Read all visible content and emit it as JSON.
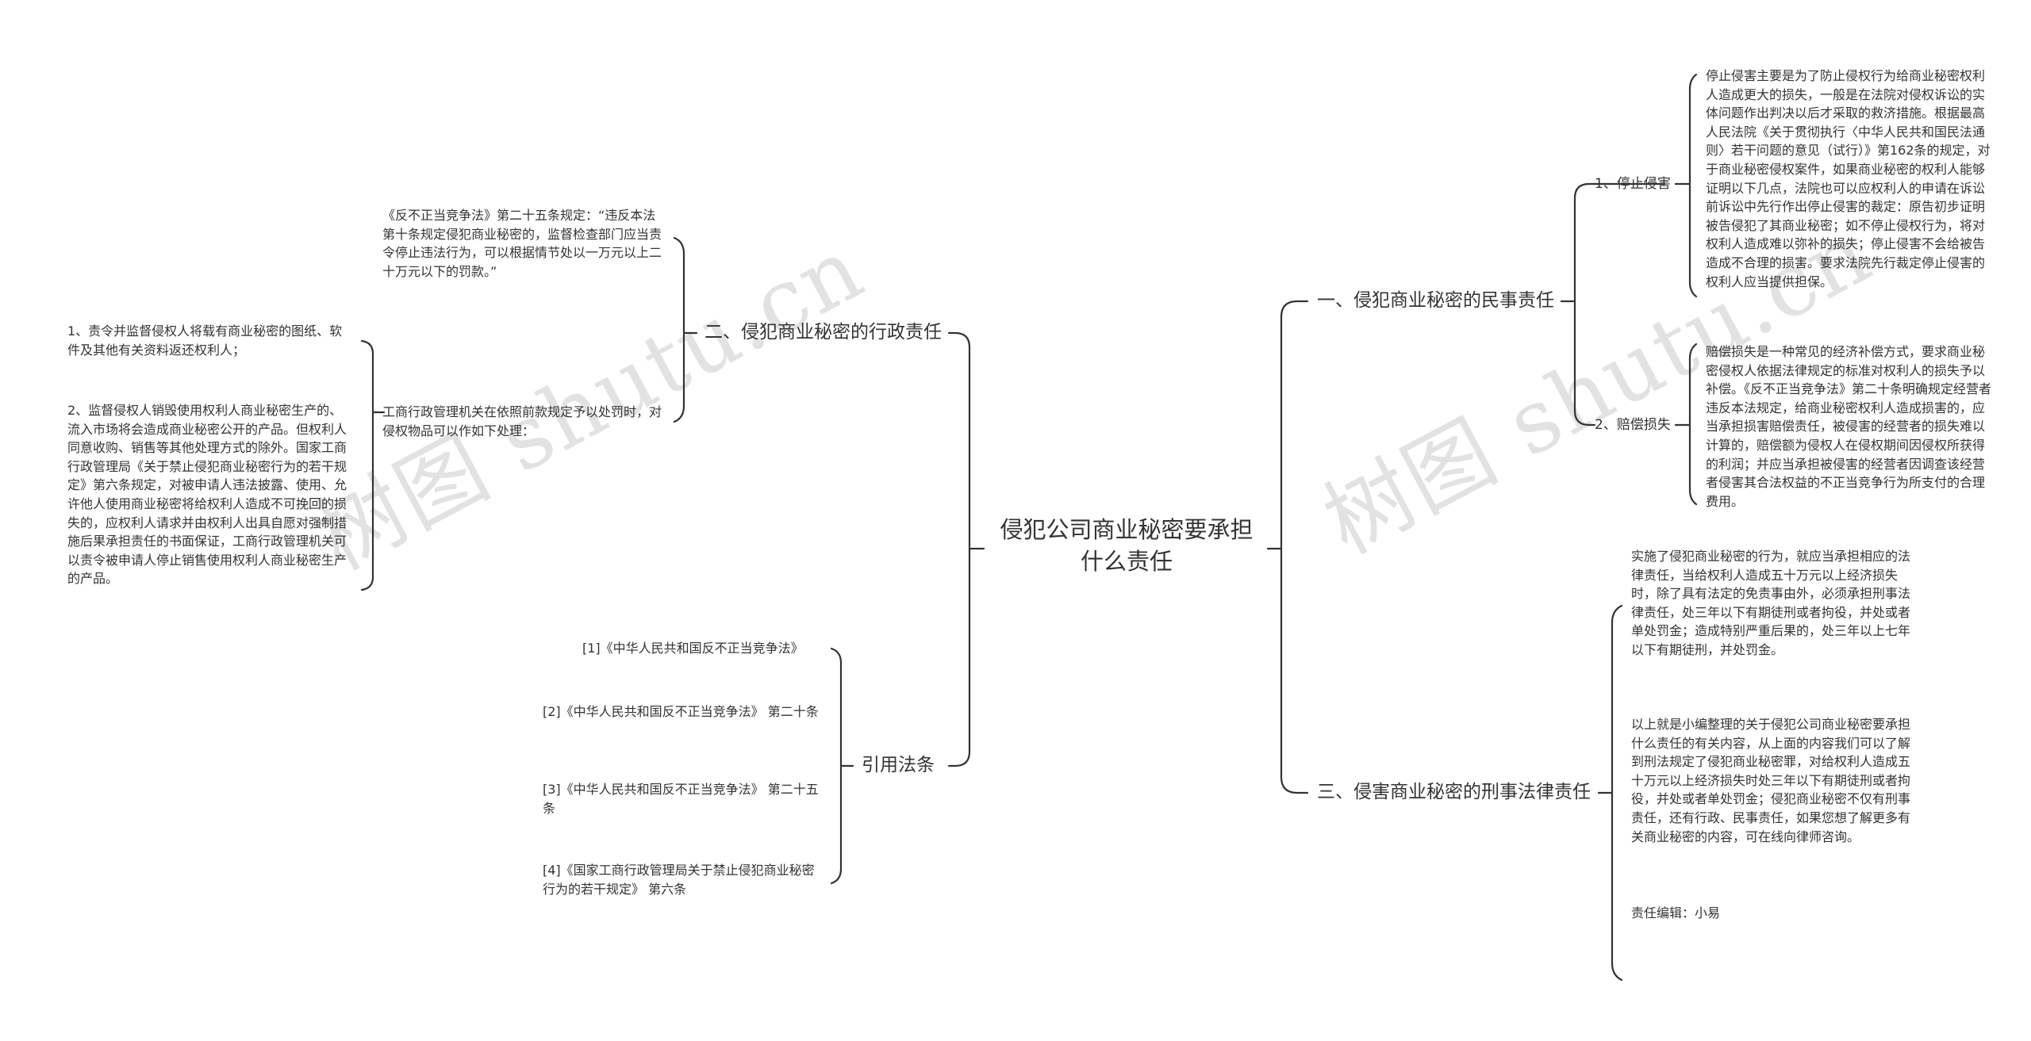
{
  "watermarks": [
    "树图 shutu.cn",
    "树图 shutu.cn"
  ],
  "root": {
    "line1": "侵犯公司商业秘密要承担",
    "line2": "什么责任"
  },
  "right": {
    "civil": {
      "label": "一、侵犯商业秘密的民事责任",
      "stop": {
        "label": "1、停止侵害",
        "text": "停止侵害主要是为了防止侵权行为给商业秘密权利人造成更大的损失，一般是在法院对侵权诉讼的实体问题作出判决以后才采取的救济措施。根据最高人民法院《关于贯彻执行〈中华人民共和国民法通则〉若干问题的意见（试行）》第162条的规定，对于商业秘密侵权案件，如果商业秘密的权利人能够证明以下几点，法院也可以应权利人的申请在诉讼前诉讼中先行作出停止侵害的裁定：原告初步证明被告侵犯了其商业秘密；如不停止侵权行为，将对权利人造成难以弥补的损失；停止侵害不会给被告造成不合理的损害。要求法院先行裁定停止侵害的权利人应当提供担保。"
      },
      "compensation": {
        "label": "2、赔偿损失",
        "text": "赔偿损失是一种常见的经济补偿方式，要求商业秘密侵权人依据法律规定的标准对权利人的损失予以补偿。《反不正当竞争法》第二十条明确规定经营者违反本法规定，给商业秘密权利人造成损害的，应当承担损害赔偿责任，被侵害的经营者的损失难以计算的，赔偿额为侵权人在侵权期间因侵权所获得的利润；并应当承担被侵害的经营者因调查该经营者侵害其合法权益的不正当竞争行为所支付的合理费用。"
      }
    },
    "criminal": {
      "label": "三、侵害商业秘密的刑事法律责任",
      "text1": "实施了侵犯商业秘密的行为，就应当承担相应的法律责任，当给权利人造成五十万元以上经济损失时，除了具有法定的免责事由外，必须承担刑事法律责任，处三年以下有期徒刑或者拘役，并处或者单处罚金；造成特别严重后果的，处三年以上七年以下有期徒刑，并处罚金。",
      "text2": "以上就是小编整理的关于侵犯公司商业秘密要承担什么责任的有关内容，从上面的内容我们可以了解到刑法规定了侵犯商业秘密罪，对给权利人造成五十万元以上经济损失时处三年以下有期徒刑或者拘役，并处或者单处罚金；侵犯商业秘密不仅有刑事责任，还有行政、民事责任，如果您想了解更多有关商业秘密的内容，可在线向律师咨询。",
      "editor": "责任编辑：小易"
    }
  },
  "left": {
    "admin": {
      "label": "二、侵犯商业秘密的行政责任",
      "law_text": "《反不正当竞争法》第二十五条规定：“违反本法第十条规定侵犯商业秘密的，监督检查部门应当责令停止违法行为，可以根据情节处以一万元以上二十万元以下的罚款。”",
      "agency": {
        "label": "工商行政管理机关在依照前款规定予以处罚时，对侵权物品可以作如下处理：",
        "item1": "1、责令并监督侵权人将载有商业秘密的图纸、软件及其他有关资料返还权利人；",
        "item2": "2、监督侵权人销毁使用权利人商业秘密生产的、流入市场将会造成商业秘密公开的产品。但权利人同意收购、销售等其他处理方式的除外。国家工商行政管理局《关于禁止侵犯商业秘密行为的若干规定》第六条规定，对被申请人违法披露、使用、允许他人使用商业秘密将给权利人造成不可挽回的损失的，应权利人请求并由权利人出具自愿对强制措施后果承担责任的书面保证，工商行政管理机关可以责令被申请人停止销售使用权利人商业秘密生产的产品。"
      }
    },
    "laws": {
      "label": "引用法条",
      "items": [
        "[1]《中华人民共和国反不正当竞争法》",
        "[2]《中华人民共和国反不正当竞争法》 第二十条",
        "[3]《中华人民共和国反不正当竞争法》 第二十五条",
        "[4]《国家工商行政管理局关于禁止侵犯商业秘密行为的若干规定》 第六条"
      ]
    }
  }
}
